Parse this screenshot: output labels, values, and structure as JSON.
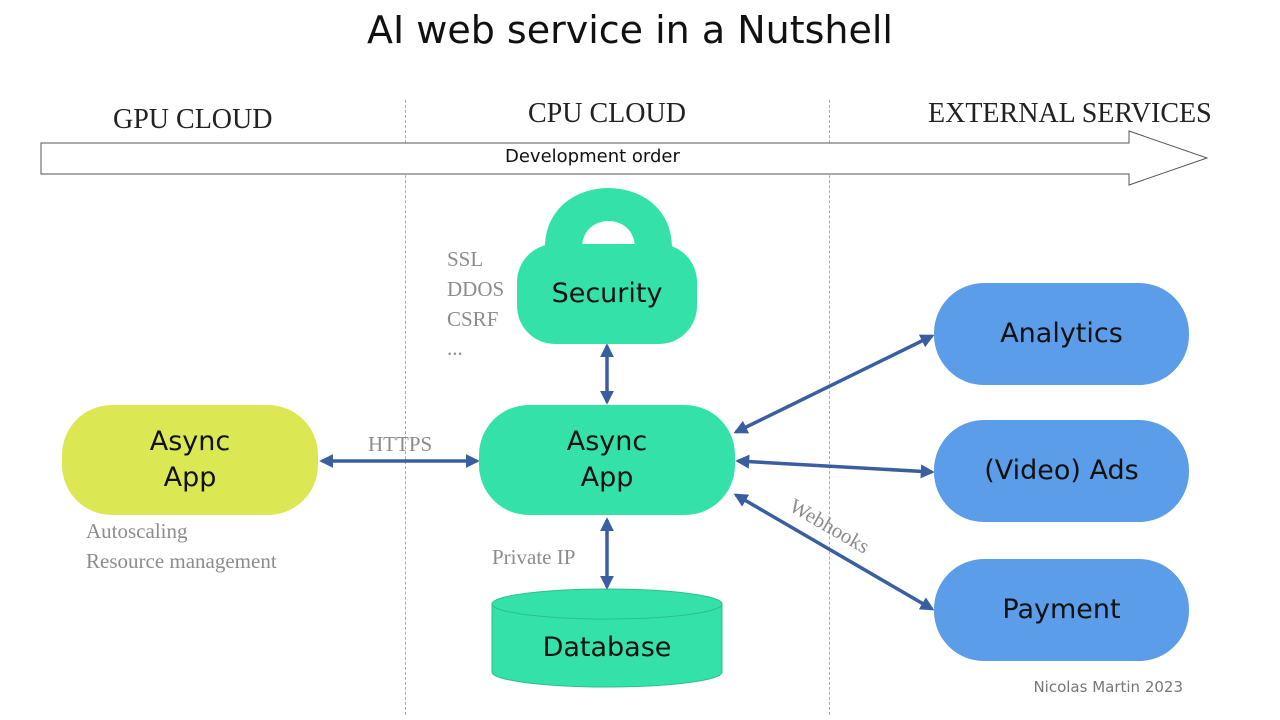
{
  "title": "AI web service  in a Nutshell",
  "zones": {
    "gpu": "GPU CLOUD",
    "cpu": "CPU CLOUD",
    "external": "EXTERNAL SERVICES"
  },
  "flow_arrow_label": "Development order",
  "nodes": {
    "gpu_app": "Async\nApp",
    "cpu_app": "Async\nApp",
    "security": "Security",
    "database": "Database",
    "analytics": "Analytics",
    "ads": "(Video) Ads",
    "payment": "Payment"
  },
  "notes": {
    "security_list": "SSL\nDDOS\nCSRF\n...",
    "gpu_app": "Autoscaling\nResource management",
    "https": "HTTPS",
    "private_ip": "Private IP",
    "webhooks": "Webhooks"
  },
  "credit": "Nicolas Martin 2023",
  "colors": {
    "green": "#34e2a9",
    "yellow": "#dbe854",
    "blue": "#5b9de8",
    "arrow": "#3a5fa0",
    "divider": "#8fb2cf"
  }
}
